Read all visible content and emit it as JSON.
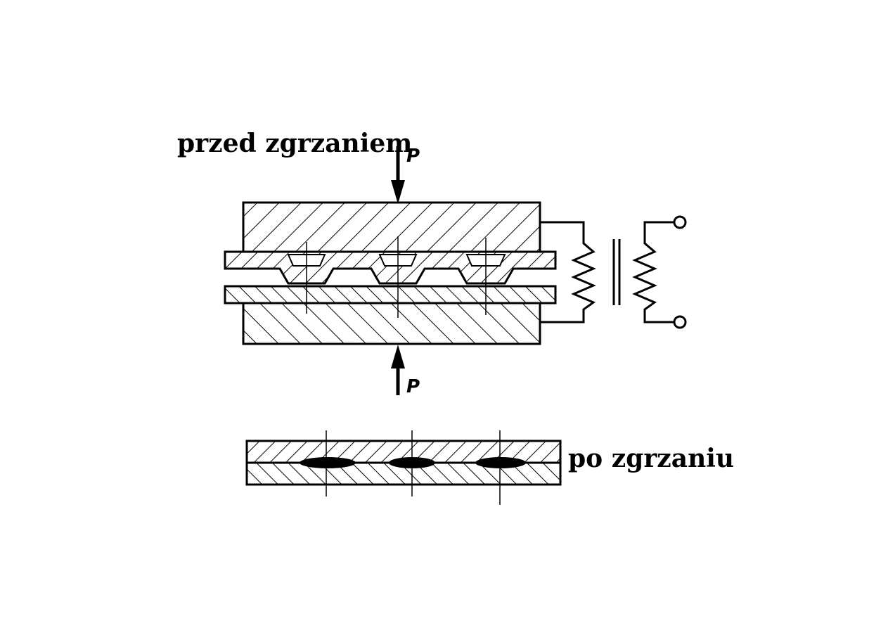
{
  "labels": {
    "before": "przed zgrzaniem",
    "after": "po zgrzaniu",
    "force_top": "P",
    "force_bottom": "P"
  },
  "colors": {
    "ink": "#000000",
    "paper": "#ffffff"
  }
}
